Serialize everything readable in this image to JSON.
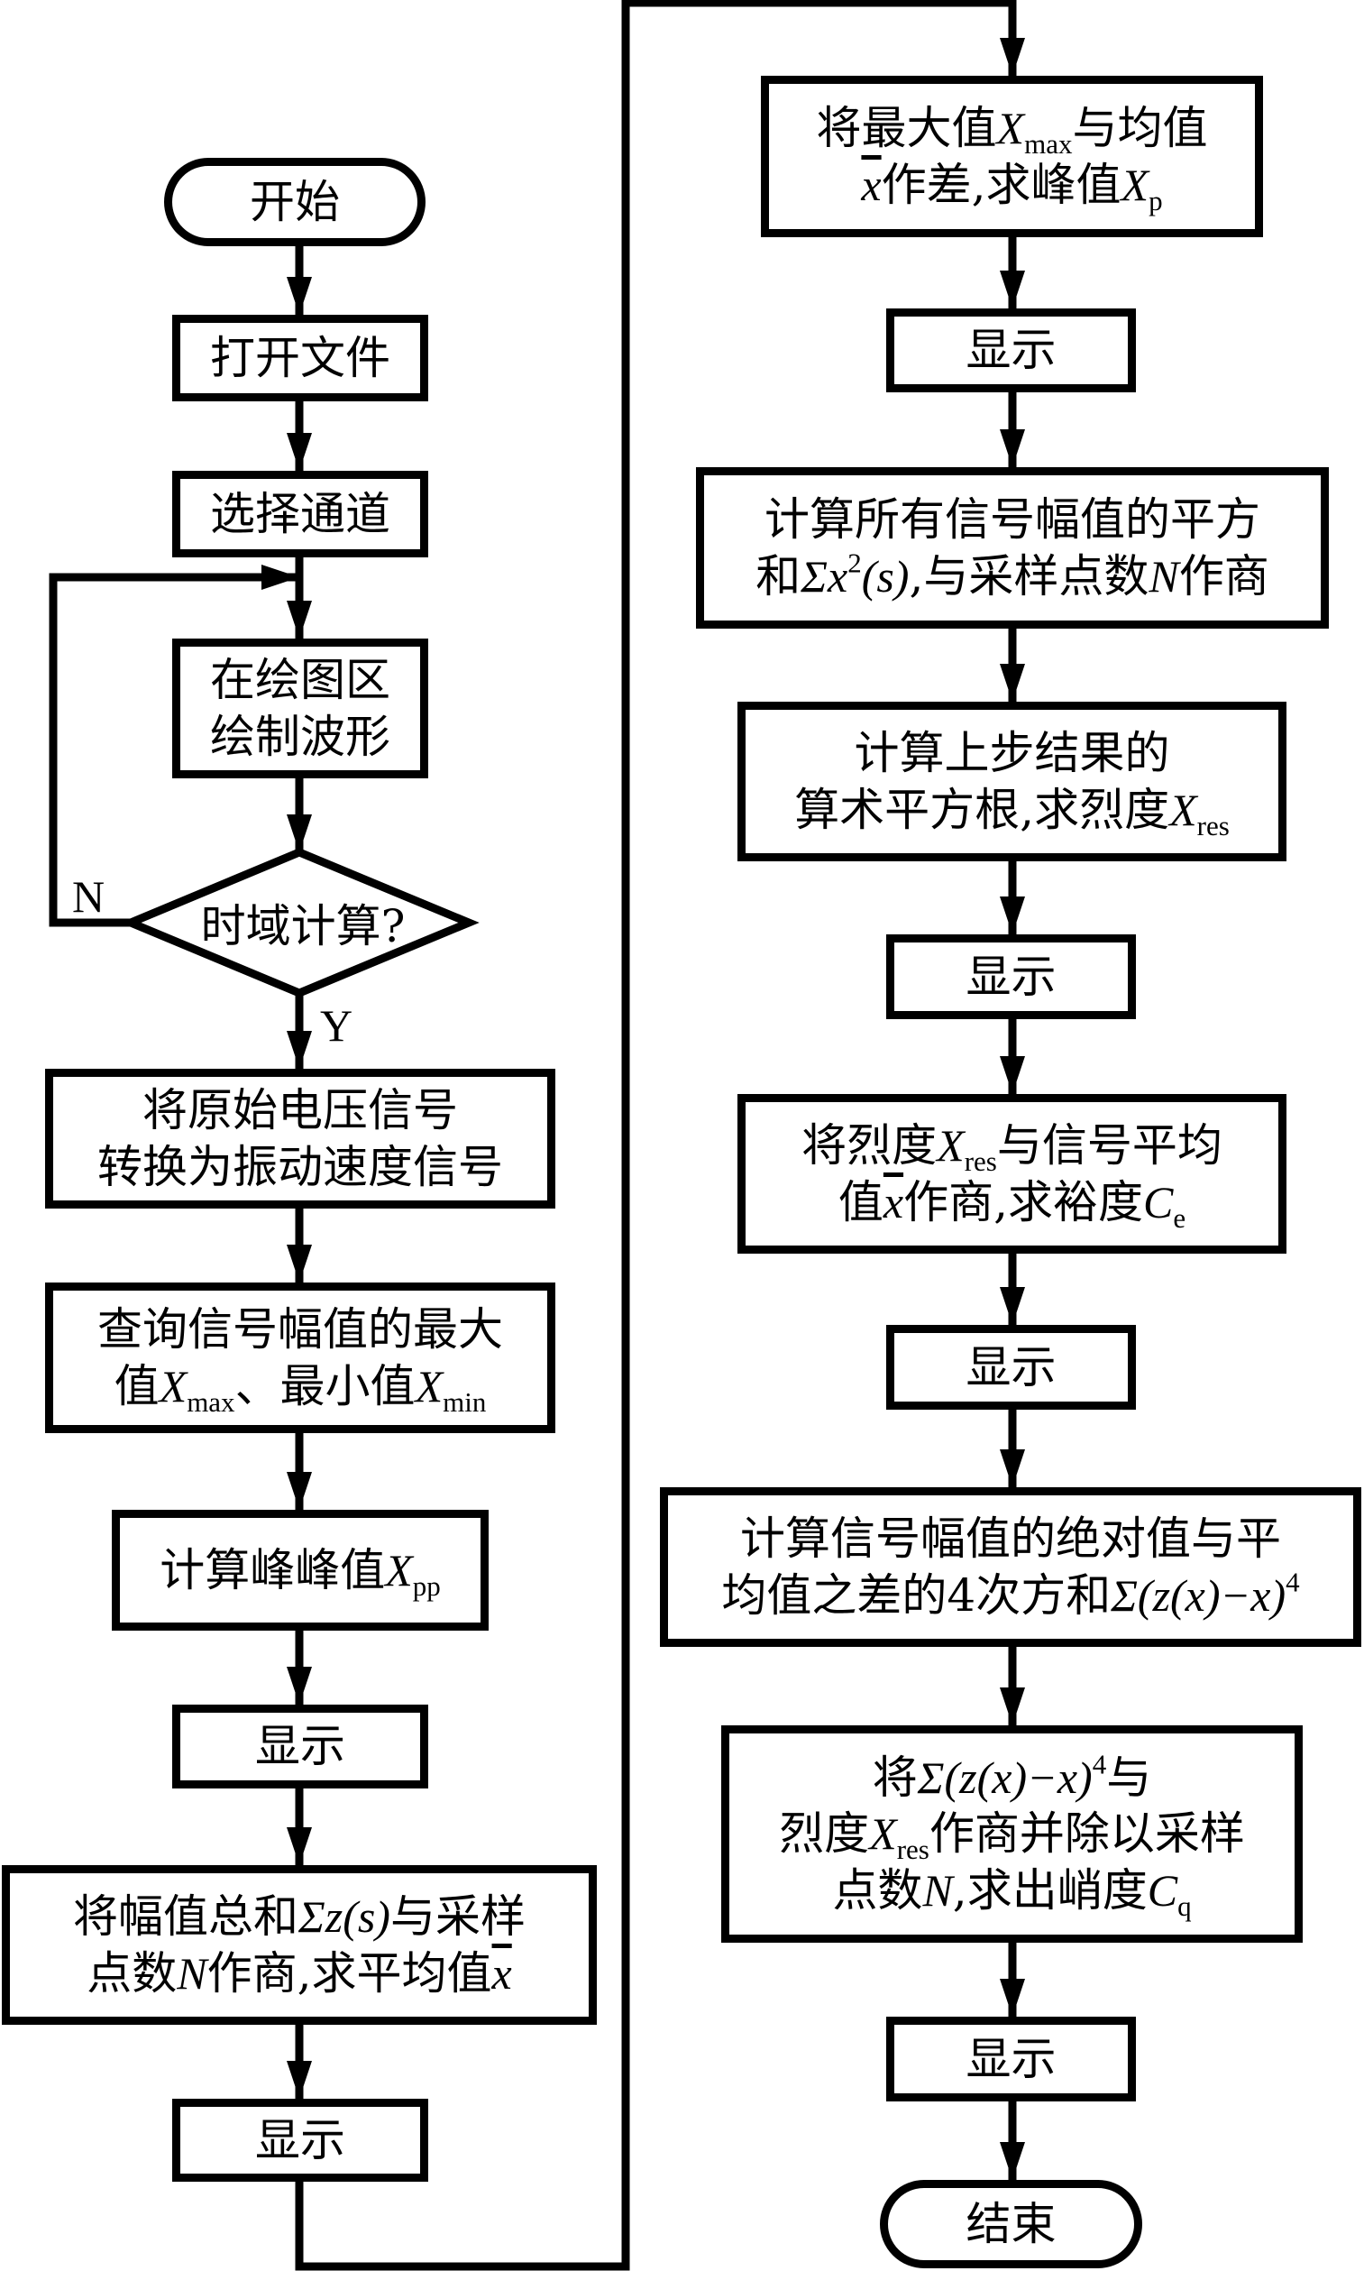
{
  "flowchart": {
    "left_column": {
      "start": "开始",
      "open_file": "打开文件",
      "select_channel": "选择通道",
      "draw_waveform": [
        "在绘图区",
        "绘制波形"
      ],
      "decision": "时域计算?",
      "decision_no": "N",
      "decision_yes": "Y",
      "convert_signal": [
        "将原始电压信号",
        "转换为振动速度信号"
      ],
      "query_extremes": {
        "line1": "查询信号幅值的最大",
        "line2_a": "值",
        "xmax_sym": "X",
        "xmax_sub": "max",
        "sep": "、最小值",
        "xmin_sym": "X",
        "xmin_sub": "min"
      },
      "peak_to_peak": {
        "text": "计算峰峰值",
        "sym": "X",
        "sub": "pp"
      },
      "display_1": "显示",
      "mean": {
        "line1_a": "将幅值总和",
        "line1_formula": "Σz(s)",
        "line1_b": "与采样",
        "line2_a": "点数",
        "line2_n": "N",
        "line2_b": "作商,求平均值",
        "line2_x": "x"
      },
      "display_2": "显示"
    },
    "right_column": {
      "peak": {
        "line1_a": "将最大值",
        "sym": "X",
        "sub": "max",
        "line1_b": "与均值",
        "line2_x": "x",
        "line2_a": "作差,求峰值",
        "xp_sym": "X",
        "xp_sub": "p"
      },
      "display_3": "显示",
      "square_sum": {
        "line1": "计算所有信号幅值的平方",
        "line2_a": "和",
        "formula_a": "Σx",
        "formula_sup": "2",
        "formula_b": "(s)",
        "line2_b": ",与采样点数",
        "n": "N",
        "line2_c": "作商"
      },
      "rms": {
        "line1": "计算上步结果的",
        "line2_a": "算术平方根,求烈度",
        "sym": "X",
        "sub": "res"
      },
      "display_4": "显示",
      "margin_factor": {
        "line1_a": "将烈度",
        "sym": "X",
        "sub": "res",
        "line1_b": "与信号平均",
        "line2_a": "值",
        "line2_x": "x",
        "line2_b": "作商,求裕度",
        "c_sym": "C",
        "c_sub": "e"
      },
      "display_5": "显示",
      "fourth_power": {
        "line1": "计算信号幅值的绝对值与平",
        "line2_a": "均值之差的4次方和",
        "formula": "Σ(z(x)−x)",
        "formula_sup": "4"
      },
      "kurtosis": {
        "line1_a": "将",
        "formula": "Σ(z(x)−x)",
        "formula_sup": "4",
        "line1_b": "与",
        "line2_a": "烈度",
        "sym": "X",
        "sub": "res",
        "line2_b": "作商并除以采样",
        "line3_a": "点数",
        "n": "N",
        "line3_b": ",求出峭度",
        "c_sym": "C",
        "c_sub": "q"
      },
      "display_6": "显示",
      "end": "结束"
    }
  }
}
